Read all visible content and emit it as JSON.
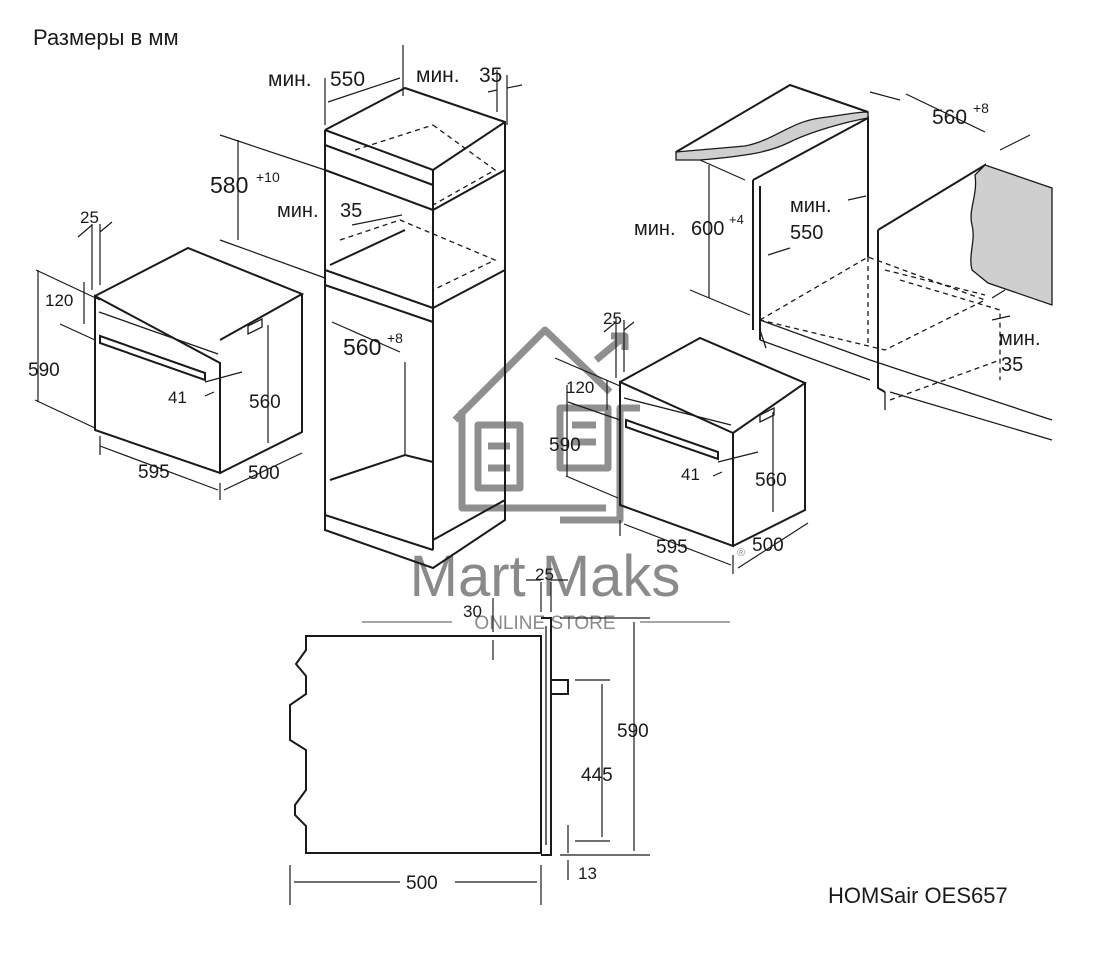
{
  "title": "Размеры в мм",
  "model": "HOMSair OES657",
  "watermark": {
    "brand": "Mart Maks",
    "subtitle": "ONLINE STORE",
    "registered_mark": "®",
    "color": "#8a8a8a"
  },
  "colors": {
    "line": "#1a1a1a",
    "countertop_fill": "#cfcfcf"
  },
  "oven_left": {
    "depth_top": "25",
    "panel_height": "120",
    "height": "590",
    "handle_offset": "41",
    "inner_height": "560",
    "width": "595",
    "depth": "500"
  },
  "tall_cabinet": {
    "min_depth_prefix": "мин.",
    "min_depth_value": "550",
    "min_gap_prefix": "мин.",
    "min_gap_value": "35",
    "niche_height_base": "580",
    "niche_height_tol": "+10",
    "min_vent_prefix": "мин.",
    "min_vent_value": "35",
    "niche_width_base": "560",
    "niche_width_tol": "+8"
  },
  "under_counter": {
    "width_base": "560",
    "width_tol": "+8",
    "min_depth_prefix": "мин.",
    "min_depth_value": "550",
    "min_height_prefix": "мин.",
    "min_height_base": "600",
    "min_height_tol": "+4",
    "min_vent_prefix": "мин.",
    "min_vent_value": "35"
  },
  "oven_right": {
    "depth_top": "25",
    "panel_height": "120",
    "height": "590",
    "handle_offset": "41",
    "inner_height": "560",
    "width": "595",
    "depth": "500"
  },
  "side_view": {
    "front_thickness": "25",
    "top_offset": "30",
    "height": "590",
    "handle_height": "445",
    "bottom_offset": "13",
    "depth": "500"
  }
}
